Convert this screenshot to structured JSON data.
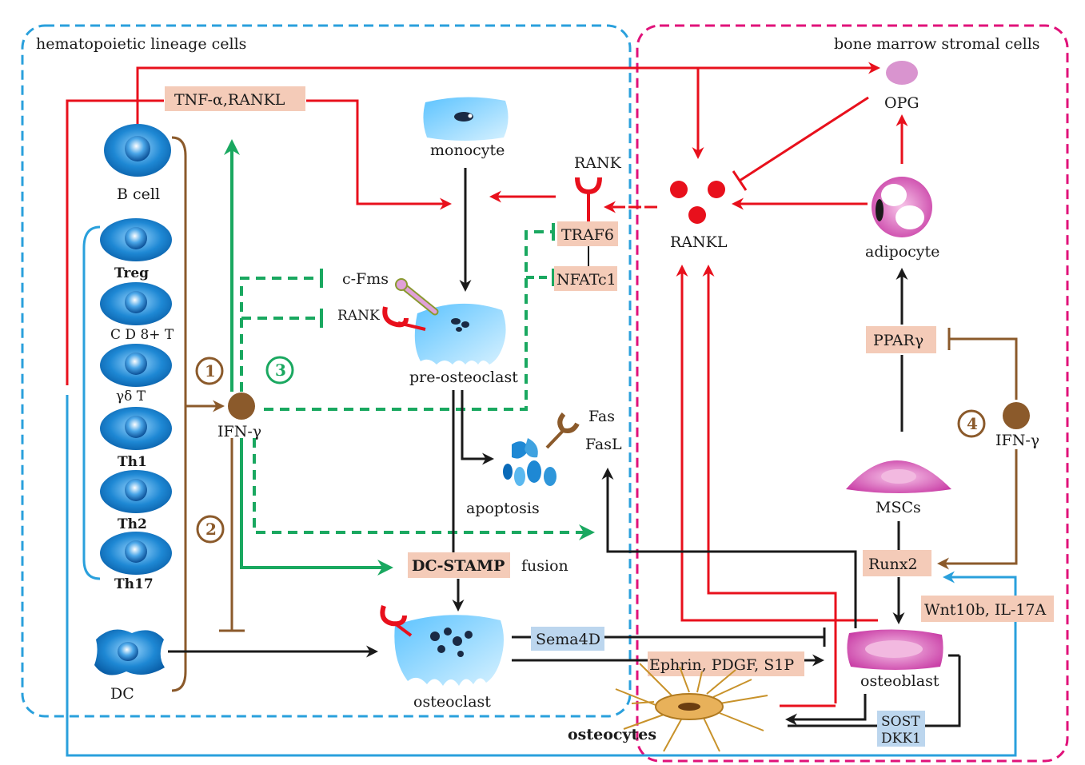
{
  "regions": {
    "hematopoietic": "hematopoietic lineage cells",
    "stromal": "bone marrow stromal cells"
  },
  "immune_cells": {
    "b_cell": "B cell",
    "treg": "Treg",
    "cd8": "C D 8+ T",
    "gd": "γδ T",
    "th1": "Th1",
    "th2": "Th2",
    "th17": "Th17",
    "dc": "DC"
  },
  "boxes": {
    "tnf_rankl": "TNF-α,RANKL",
    "traf6": "TRAF6",
    "nfatc1": "NFATc1",
    "dc_stamp": "DC-STAMP",
    "pparg": "PPARγ",
    "runx2": "Runx2",
    "wnt": "Wnt10b, IL-17A",
    "sema4d": "Sema4D",
    "ephrin": "Ephrin, PDGF, S1P",
    "sost": "SOST",
    "dkk1": "DKK1"
  },
  "labels": {
    "monocyte": "monocyte",
    "rank_top": "RANK",
    "rankl": "RANKL",
    "opg": "OPG",
    "adipocyte": "adipocyte",
    "cfms": "c-Fms",
    "rank_mid": "RANK",
    "pre_osteoclast": "pre-osteoclast",
    "ifng_left": "IFN-γ",
    "ifng_right": "IFN-γ",
    "fas": "Fas",
    "fasl": "FasL",
    "apoptosis": "apoptosis",
    "fusion": "fusion",
    "osteoclast": "osteoclast",
    "osteoblast": "osteoblast",
    "osteocytes": "osteocytes",
    "mscs": "MSCs"
  },
  "markers": {
    "one": "1",
    "two": "2",
    "three": "3",
    "four": "4"
  },
  "colors": {
    "blue_region": "#2aa0dc",
    "pink_region": "#e0127a",
    "red": "#e8101c",
    "green": "#1aa860",
    "brown": "#8b5a2b",
    "black": "#1a1a1a",
    "box_fill": "#f4cbb8",
    "box_blue": "#bcd6ee",
    "cell_blue": "#1e88d4",
    "cell_pink": "#d94fb0"
  }
}
